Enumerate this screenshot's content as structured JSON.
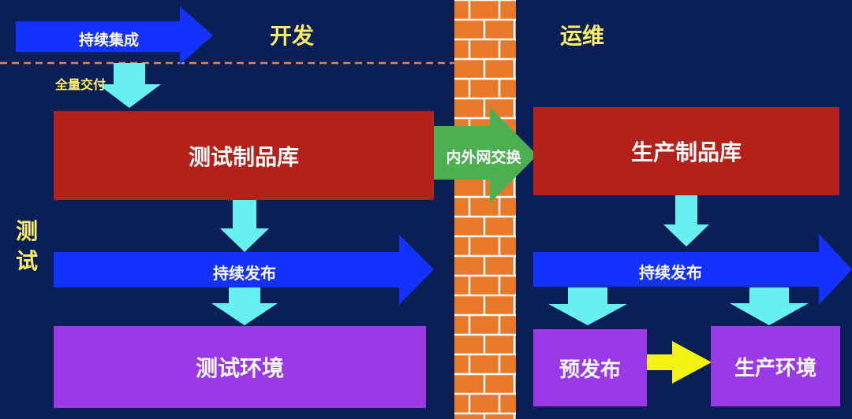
{
  "sections": {
    "dev": "开发",
    "ops": "运维",
    "test_vertical": [
      "测",
      "试"
    ]
  },
  "labels": {
    "ci": "持续集成",
    "full_delivery": "全量交付",
    "test_repo": "测试制品库",
    "network_exchange": "内外网交换",
    "prod_repo": "生产制品库",
    "cd_left": "持续发布",
    "cd_right": "持续发布",
    "test_env": "测试环境",
    "pre_release": "预发布",
    "prod_env": "生产环境"
  },
  "colors": {
    "background": "#0b1f57",
    "blue_arrow": "#1432ff",
    "cyan_arrow": "#66f0f0",
    "green_arrow": "#4caf50",
    "yellow_arrow": "#f2f213",
    "red_box": "#b3211a",
    "purple_box": "#9b39e8",
    "wall": "#e8792a",
    "dashed_line": "#d98a4a"
  }
}
